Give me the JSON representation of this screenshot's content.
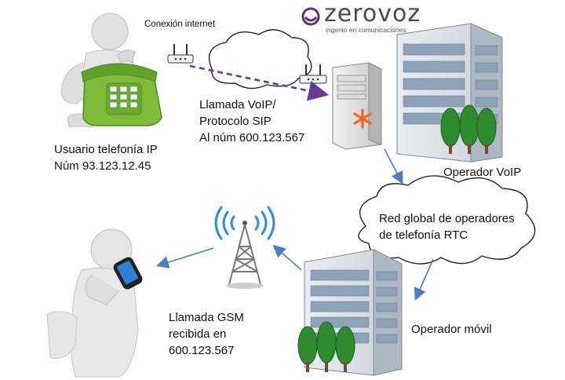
{
  "brand": {
    "name": "zerovoz",
    "tagline": "ingenio en comunicaciones",
    "accent": "#6b2a7a"
  },
  "labels": {
    "internet": "Conexión internet",
    "voip_call": [
      "Llamada VoIP/",
      "Protocolo SIP",
      "Al núm 600.123.567"
    ],
    "ip_user": [
      "Usuario telefonía IP",
      "Núm 93.123.12.45"
    ],
    "voip_operator": "Operador VoIP",
    "rtc_network": [
      "Red global de operadores",
      "de telefonía RTC"
    ],
    "mobile_operator": "Operador móvil",
    "gsm_call": [
      "Llamada GSM",
      "recibida en",
      "600.123.567"
    ]
  },
  "icons": [
    "person-phone-icon",
    "router-icon",
    "cloud-icon",
    "server-icon",
    "building-icon",
    "tree-icon",
    "antenna-tower-icon",
    "person-mobile-icon",
    "arrow-icon"
  ],
  "colors": {
    "phone_green": "#7dbd3a",
    "dashed_link": "#6a3a9a",
    "arrow_blue": "#4a7fc0",
    "asterisk": "#f26522",
    "building_glass": "#8fa3b8",
    "tree_green": "#2e8b2e",
    "wave_blue": "#2b8fd6"
  }
}
